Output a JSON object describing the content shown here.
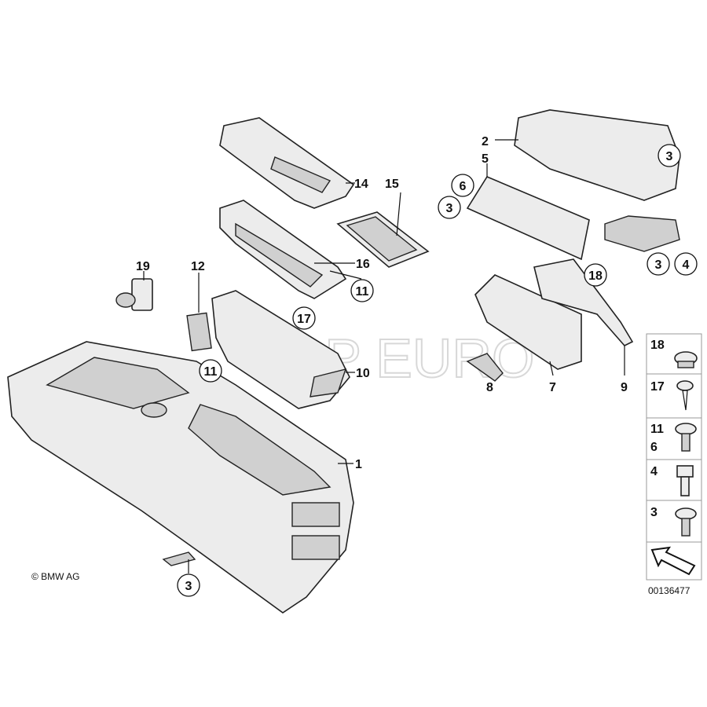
{
  "labels": {
    "p1": "1",
    "p2": "2",
    "p5": "5",
    "p7": "7",
    "p8": "8",
    "p9": "9",
    "p10": "10",
    "p12": "12",
    "p14": "14",
    "p15": "15",
    "p16": "16",
    "p19": "19",
    "c3a": "3",
    "c6": "6",
    "c3b": "3",
    "c3c": "3",
    "c4": "4",
    "c11a": "11",
    "c17": "17",
    "c11b": "11",
    "c18": "18",
    "c3d": "3"
  },
  "legend": [
    {
      "label": "18",
      "icon": "clip-nut-icon"
    },
    {
      "label": "17",
      "icon": "tapping-screw-icon"
    },
    {
      "label": "11",
      "label2": "6",
      "icon": "fillister-screw-icon"
    },
    {
      "label": "4",
      "icon": "hex-bolt-icon"
    },
    {
      "label": "3",
      "icon": "fillister-screw-icon"
    }
  ],
  "copyright": "© BMW AG",
  "diagram_id": "00136477",
  "watermark": "FCP EURO"
}
